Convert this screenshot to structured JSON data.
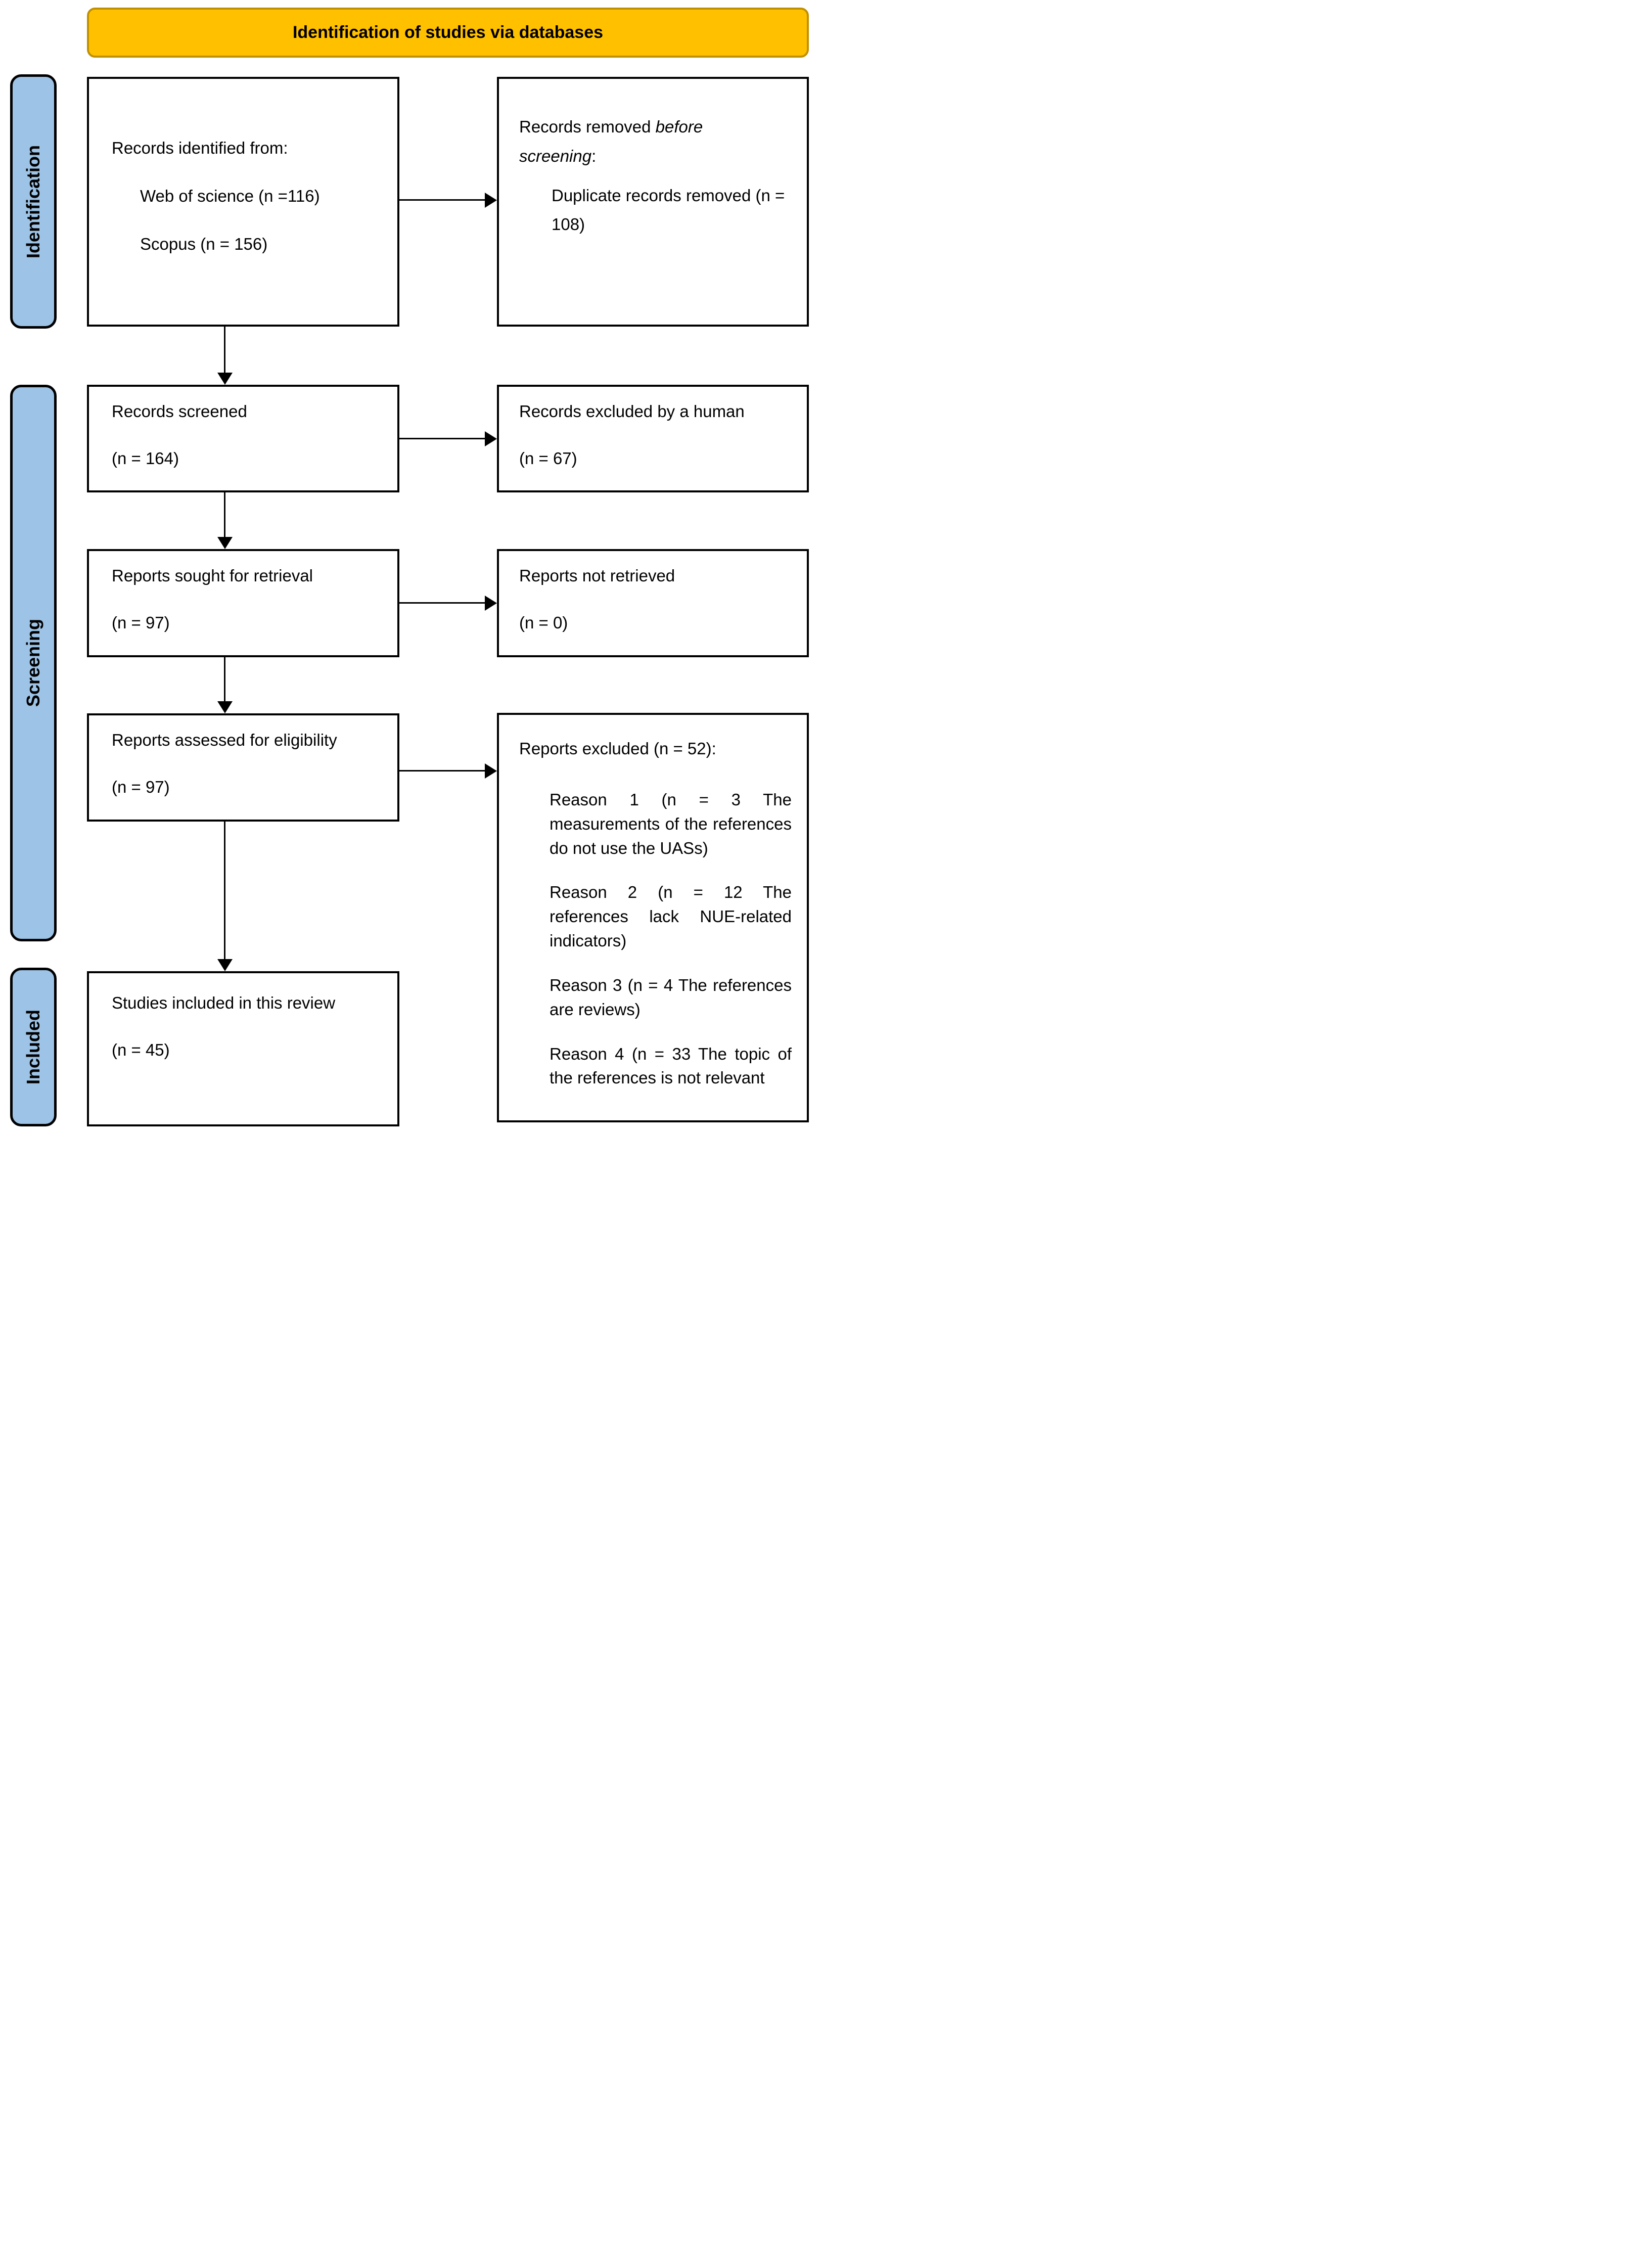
{
  "banner": {
    "label": "Identification of studies via databases",
    "fill": "#FFC000",
    "border_color": "#BF9000"
  },
  "sidebar": {
    "fill": "#9DC3E6",
    "border_color": "#000000",
    "stages": [
      {
        "label": "Identification"
      },
      {
        "label": "Screening"
      },
      {
        "label": "Included"
      }
    ]
  },
  "boxes": {
    "identified": {
      "title": "Records identified from:",
      "items": [
        "Web of science (n =116)",
        "Scopus (n = 156)"
      ]
    },
    "removed_before_screening": {
      "title_line1_normal": "Records removed",
      "title_line1_italic": "before",
      "title_line2_italic": "screening",
      "title_line2_suffix": ":",
      "item": "Duplicate records removed (n = 108)"
    },
    "screened": {
      "title": "Records screened",
      "count": "(n = 164)"
    },
    "excluded_by_human": {
      "title": "Records excluded by a human",
      "count": "(n = 67)"
    },
    "sought": {
      "title": "Reports sought for retrieval",
      "count": "(n = 97)"
    },
    "not_retrieved": {
      "title": "Reports not retrieved",
      "count": "(n = 0)"
    },
    "assessed": {
      "title": "Reports assessed for eligibility",
      "count": "(n = 97)"
    },
    "excluded_reports": {
      "title": "Reports excluded (n = 52):",
      "reasons": [
        "Reason 1 (n = 3 The measurements of the references do not use the UASs)",
        "Reason 2 (n = 12 The references lack NUE-related indicators)",
        "Reason 3 (n = 4 The references are reviews)",
        "Reason 4 (n = 33 The topic of the references is not relevant"
      ]
    },
    "included_studies": {
      "title": "Studies included in this review",
      "count": "(n = 45)"
    }
  }
}
